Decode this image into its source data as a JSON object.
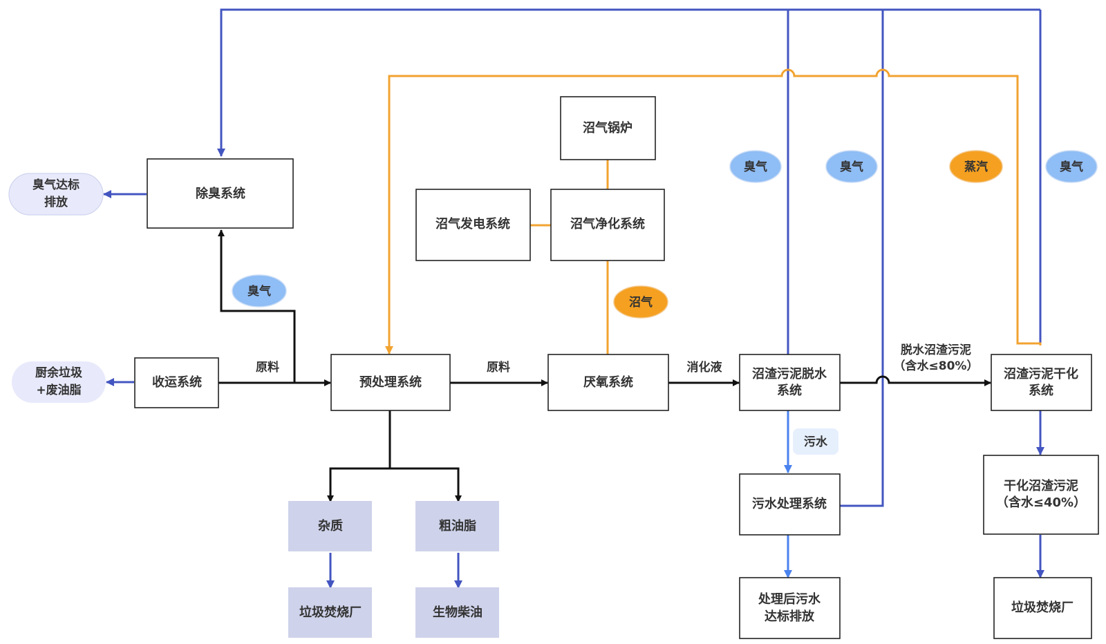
{
  "title": "厨余垃圾处理工艺流程",
  "colors": {
    "process_line": "#111111",
    "odor_line": "#4355c0",
    "wastewater_line": "#4a82ee",
    "biogas_steam_line": "#f2a330",
    "odor_bubble": "#8fbdf5",
    "gas_bubble": "#f5a020",
    "byproduct_box": "#ced2ea",
    "terminal_pill": "#e8eafb"
  },
  "nodes": {
    "deodor": "除臭系统",
    "collection": "收运系统",
    "pretreat": "预处理系统",
    "anaerobic": "厌氧系统",
    "biogas_boiler": "沼气锅炉",
    "biogas_power": "沼气发电系统",
    "biogas_purify": "沼气净化系统",
    "dewater_line1": "沼渣污泥脱水",
    "dewater_line2": "系统",
    "dry_line1": "沼渣污泥干化",
    "dry_line2": "系统",
    "wastewater": "污水处理系统",
    "treated_line1": "处理后污水",
    "treated_line2": "达标排放",
    "dried_line1": "干化沼渣污泥",
    "dried_line2": "（含水≤40%）",
    "incinerator_right": "垃圾焚烧厂",
    "impurity": "杂质",
    "crude_oil": "粗油脂",
    "incinerator_left": "垃圾焚烧厂",
    "biodiesel": "生物柴油"
  },
  "terminals": {
    "odor_discharge_line1": "臭气达标",
    "odor_discharge_line2": "排放",
    "source_line1": "厨余垃圾",
    "source_line2": "+废油脂"
  },
  "edge_labels": {
    "raw1": "原料",
    "raw2": "原料",
    "digestate": "消化液",
    "dewatered_line1": "脱水沼渣污泥",
    "dewatered_line2": "（含水≤80%）",
    "sewage": "污水"
  },
  "bubbles": {
    "odor_collect": "臭气",
    "biogas": "沼气",
    "odor_dewater": "臭气",
    "odor_wastewater": "臭气",
    "steam": "蒸汽",
    "odor_dry": "臭气"
  }
}
